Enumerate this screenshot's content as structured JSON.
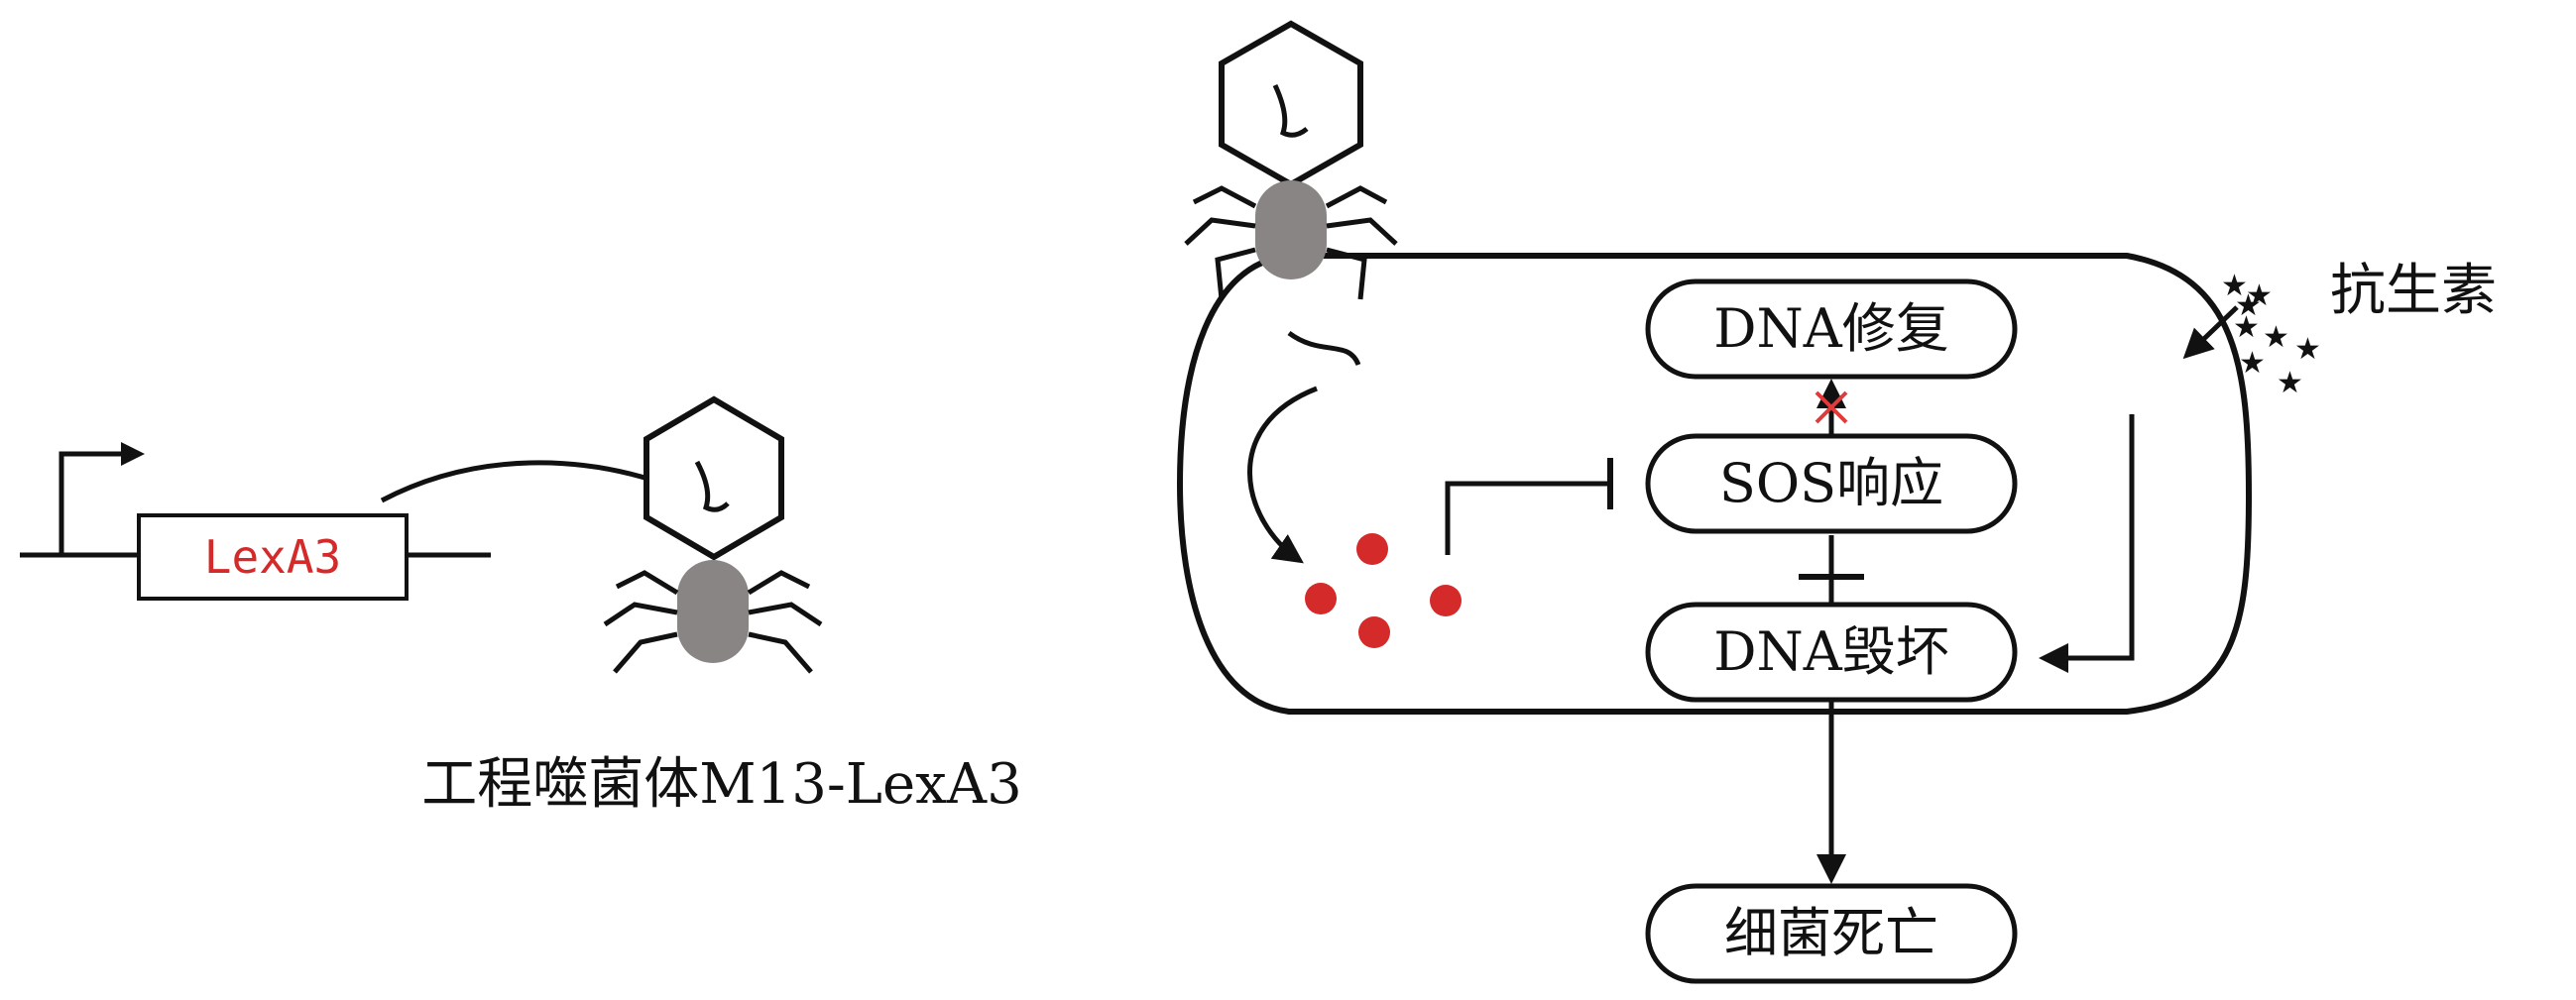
{
  "gene_construct": {
    "gene_label": "LexA3"
  },
  "phage_caption": "工程噬菌体M13-LexA3",
  "antibiotic_label": "抗生素",
  "pathway": {
    "repair": "DNA修复",
    "sos": "SOS响应",
    "damage": "DNA毁坏",
    "death": "细菌死亡"
  },
  "colors": {
    "stroke": "#111111",
    "phage_tail": "#8a8585",
    "lexa_text": "#d42a2a",
    "protein_dot": "#d42a2a",
    "block_cross": "#e03a3a"
  },
  "icons": [
    "promoter-arrow-icon",
    "phage-icon",
    "antibiotic-star-icon",
    "inhibition-bar-icon",
    "blocked-cross-icon"
  ]
}
